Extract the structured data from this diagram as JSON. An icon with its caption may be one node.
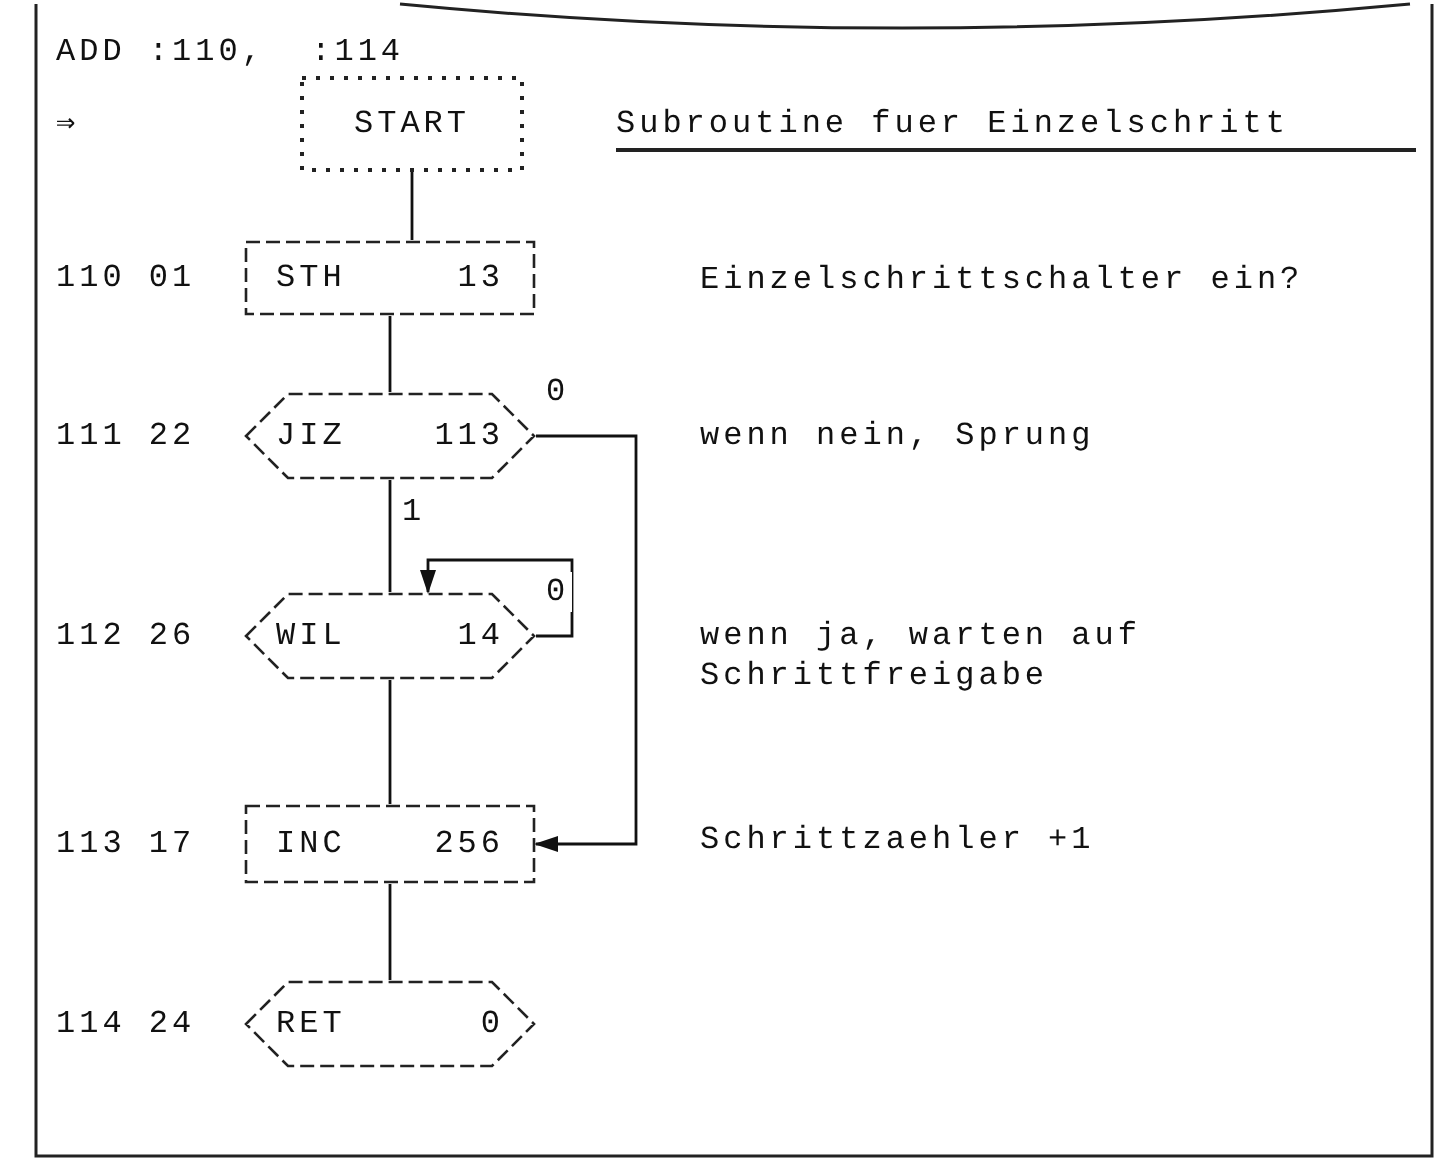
{
  "diagram": {
    "title": "Subroutine fuer Einzelschritt",
    "nodes": [
      {
        "text": [
          "START"
        ]
      },
      {
        "text": [
          "STH",
          "13"
        ],
        "beside": [
          "110 01"
        ]
      },
      {
        "text": [
          "JIZ",
          "113"
        ],
        "beside": [
          "111 22"
        ]
      },
      {
        "text": [
          "WIL",
          "14"
        ],
        "beside": [
          "112 26"
        ]
      },
      {
        "text": [
          "INC",
          "256"
        ],
        "beside": [
          "113 17"
        ]
      },
      {
        "text": [
          "RET",
          "0"
        ],
        "beside": [
          "114 24"
        ]
      }
    ],
    "edges": [
      {
        "from": 0,
        "to": 1,
        "arrow": "none"
      },
      {
        "from": 1,
        "to": 2,
        "arrow": "none"
      },
      {
        "from": 2,
        "to": 4,
        "arrow": "to",
        "label": "0"
      },
      {
        "from": 2,
        "to": 3,
        "arrow": "none",
        "label": "1"
      },
      {
        "from": 3,
        "to": 3,
        "arrow": "to",
        "label": "0"
      },
      {
        "from": 3,
        "to": 4,
        "arrow": "none"
      },
      {
        "from": 4,
        "to": 5,
        "arrow": "none"
      }
    ],
    "labels": [
      "ADD :110,  :114",
      "⇒",
      "Einzelschrittschalter ein?",
      "wenn nein, Sprung",
      "wenn ja, warten auf Schrittfreigabe",
      "Schrittzaehler +1"
    ]
  }
}
